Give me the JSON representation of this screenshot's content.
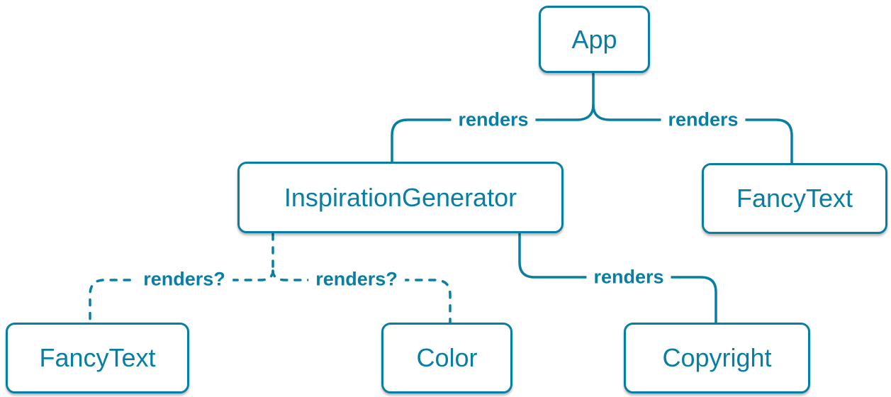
{
  "diagram": {
    "accent_color": "#087ea4",
    "nodes": [
      {
        "id": "app",
        "label": "App"
      },
      {
        "id": "inspiration-generator",
        "label": "InspirationGenerator"
      },
      {
        "id": "fancy-text-top-right",
        "label": "FancyText"
      },
      {
        "id": "fancy-text-bottom-left",
        "label": "FancyText"
      },
      {
        "id": "color",
        "label": "Color"
      },
      {
        "id": "copyright",
        "label": "Copyright"
      }
    ],
    "edges": [
      {
        "from": "App",
        "to": "InspirationGenerator",
        "label": "renders",
        "style": "solid"
      },
      {
        "from": "App",
        "to": "FancyText",
        "label": "renders",
        "style": "solid"
      },
      {
        "from": "InspirationGenerator",
        "to": "FancyText",
        "label": "renders?",
        "style": "dashed"
      },
      {
        "from": "InspirationGenerator",
        "to": "Color",
        "label": "renders?",
        "style": "dashed"
      },
      {
        "from": "InspirationGenerator",
        "to": "Copyright",
        "label": "renders",
        "style": "solid"
      }
    ]
  }
}
